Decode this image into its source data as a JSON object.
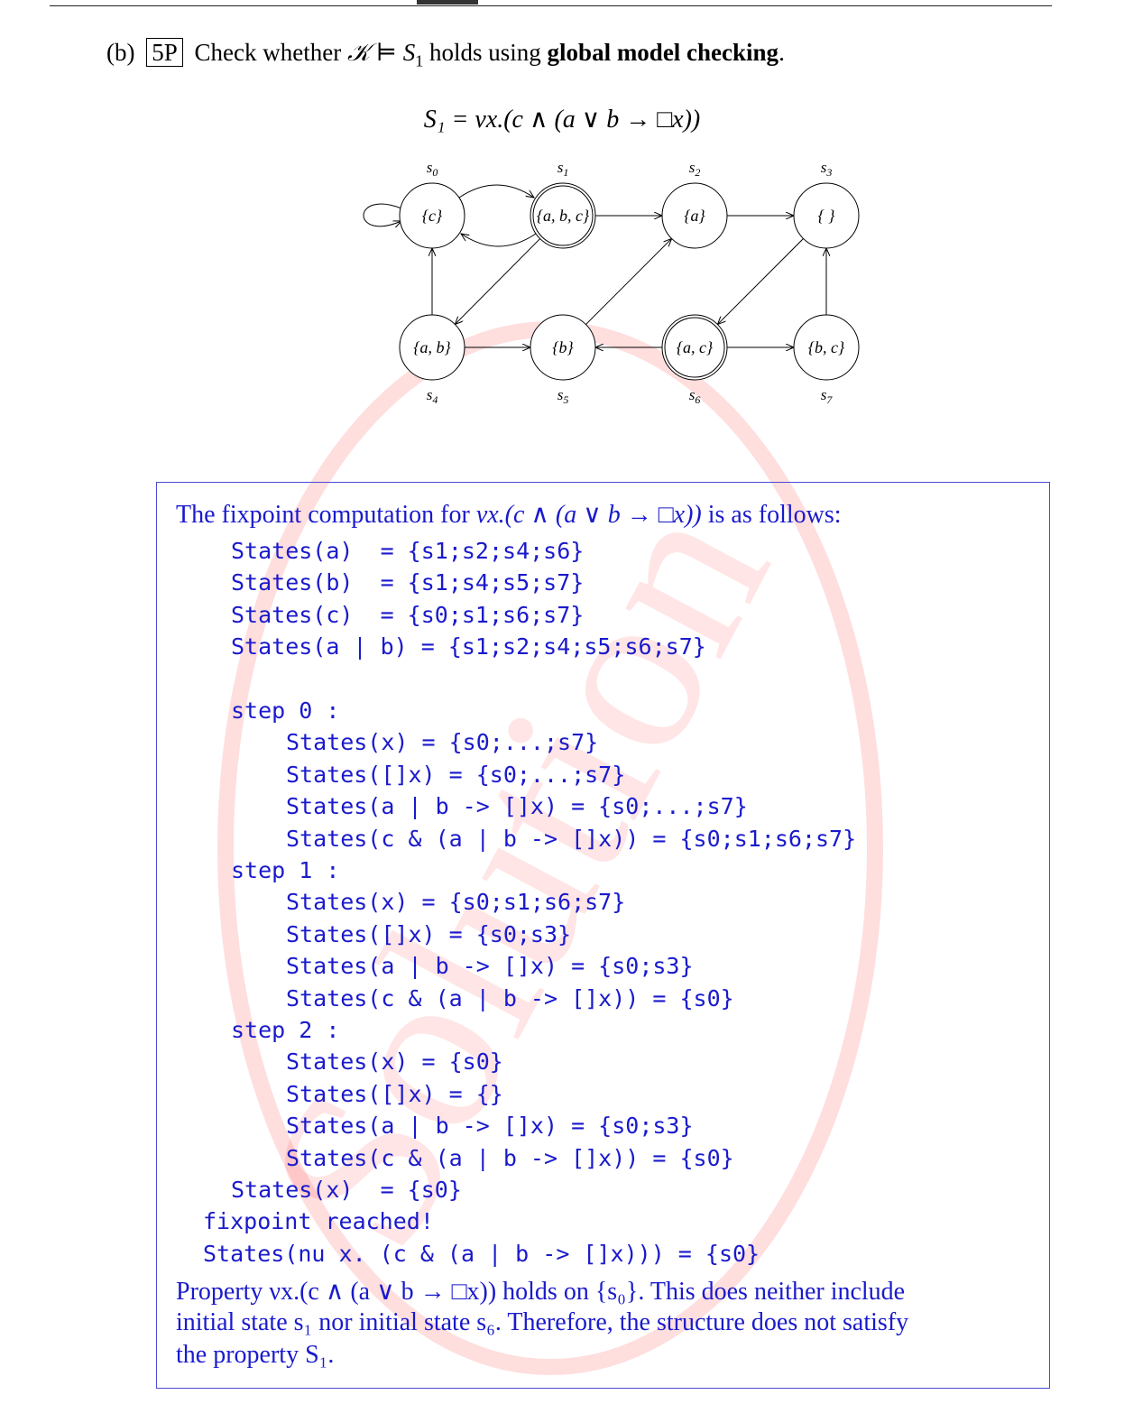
{
  "question": {
    "label": "(b)",
    "points": "5P",
    "text_before": "Check whether ",
    "structure_symbol": "𝒦",
    "models_symbol": "⊨",
    "property_symbol": "S",
    "property_index": "1",
    "text_middle": " holds using ",
    "emphasis": "global model checking",
    "text_after": "."
  },
  "formula": "S₁ = νx.(c ∧ (a ∨ b → □x))",
  "kripke": {
    "states": [
      {
        "name": "s0",
        "label": "{c}",
        "initial": false
      },
      {
        "name": "s1",
        "label": "{a, b, c}",
        "initial": true
      },
      {
        "name": "s2",
        "label": "{a}",
        "initial": false
      },
      {
        "name": "s3",
        "label": "{ }",
        "initial": false
      },
      {
        "name": "s4",
        "label": "{a, b}",
        "initial": false
      },
      {
        "name": "s5",
        "label": "{b}",
        "initial": false
      },
      {
        "name": "s6",
        "label": "{a, c}",
        "initial": true
      },
      {
        "name": "s7",
        "label": "{b, c}",
        "initial": false
      }
    ],
    "transitions": [
      [
        "s0",
        "s0"
      ],
      [
        "s0",
        "s1"
      ],
      [
        "s1",
        "s0"
      ],
      [
        "s1",
        "s2"
      ],
      [
        "s1",
        "s4"
      ],
      [
        "s2",
        "s3"
      ],
      [
        "s3",
        "s6"
      ],
      [
        "s4",
        "s0"
      ],
      [
        "s4",
        "s5"
      ],
      [
        "s5",
        "s2"
      ],
      [
        "s6",
        "s5"
      ],
      [
        "s6",
        "s7"
      ],
      [
        "s7",
        "s3"
      ]
    ]
  },
  "solution": {
    "intro_before": "The fixpoint computation for ",
    "intro_formula": "νx.(c ∧ (a ∨ b → □x))",
    "intro_after": " is as follows:",
    "code_lines": [
      {
        "indent": 0,
        "text": "States(a)  = {s1;s2;s4;s6}"
      },
      {
        "indent": 0,
        "text": "States(b)  = {s1;s4;s5;s7}"
      },
      {
        "indent": 0,
        "text": "States(c)  = {s0;s1;s6;s7}"
      },
      {
        "indent": 0,
        "text": "States(a | b) = {s1;s2;s4;s5;s6;s7}"
      },
      {
        "indent": 0,
        "text": ""
      },
      {
        "indent": 0,
        "text": "step 0 :"
      },
      {
        "indent": 1,
        "text": "States(x) = {s0;...;s7}"
      },
      {
        "indent": 1,
        "text": "States([]x) = {s0;...;s7}"
      },
      {
        "indent": 1,
        "text": "States(a | b -> []x) = {s0;...;s7}"
      },
      {
        "indent": 1,
        "text": "States(c & (a | b -> []x)) = {s0;s1;s6;s7}"
      },
      {
        "indent": 0,
        "text": "step 1 :"
      },
      {
        "indent": 1,
        "text": "States(x) = {s0;s1;s6;s7}"
      },
      {
        "indent": 1,
        "text": "States([]x) = {s0;s3}"
      },
      {
        "indent": 1,
        "text": "States(a | b -> []x) = {s0;s3}"
      },
      {
        "indent": 1,
        "text": "States(c & (a | b -> []x)) = {s0}"
      },
      {
        "indent": 0,
        "text": "step 2 :"
      },
      {
        "indent": 1,
        "text": "States(x) = {s0}"
      },
      {
        "indent": 1,
        "text": "States([]x) = {}"
      },
      {
        "indent": 1,
        "text": "States(a | b -> []x) = {s0;s3}"
      },
      {
        "indent": 1,
        "text": "States(c & (a | b -> []x)) = {s0}"
      },
      {
        "indent": 0,
        "text": "States(x)  = {s0}"
      },
      {
        "indent": -1,
        "text": "fixpoint reached!"
      },
      {
        "indent": -1,
        "text": "States(nu x. (c & (a | b -> []x))) = {s0}"
      }
    ],
    "conclusion": [
      "Property νx.(c ∧ (a ∨ b → □x)) holds on {s₀}.  This does neither include",
      "initial state s₁ nor initial state s₆. Therefore, the structure does not satisfy",
      "the property S₁."
    ]
  },
  "watermark": "Solution",
  "colors": {
    "solution": "#1a1acc",
    "box_border": "#4b4bd6",
    "watermark": "#ff0000"
  }
}
